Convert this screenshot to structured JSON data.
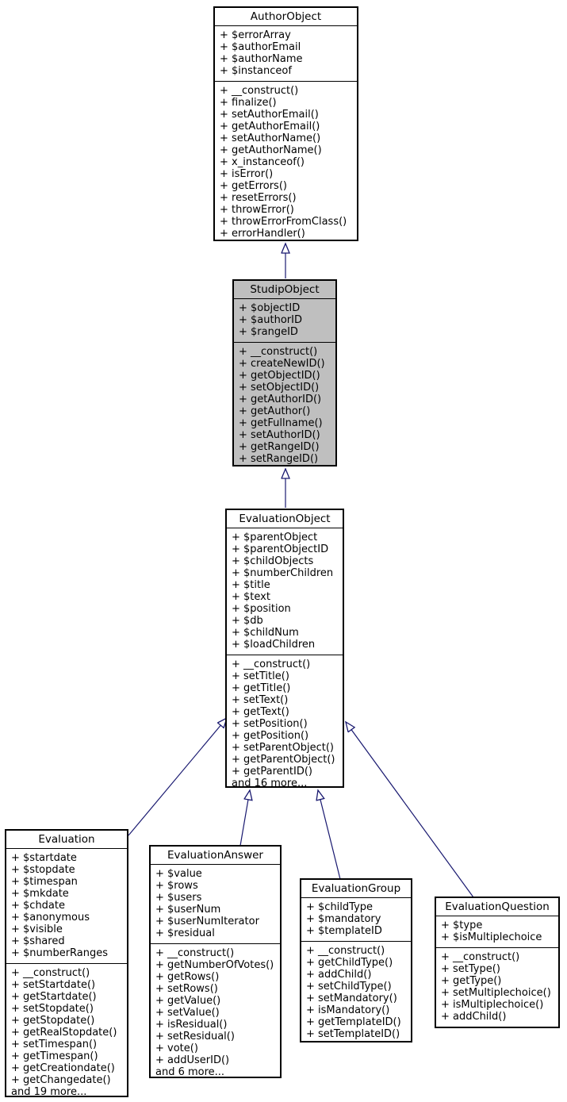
{
  "diagram_type": "class-inheritance-diagram",
  "colors": {
    "arrow": "#191970",
    "node_border": "#000000",
    "node_fill": "#ffffff",
    "highlight_fill": "#BFBFBF"
  },
  "classes": {
    "author_object": {
      "name": "AuthorObject",
      "fields": [
        "+ $errorArray",
        "+ $authorEmail",
        "+ $authorName",
        "+ $instanceof"
      ],
      "methods": [
        "+ __construct()",
        "+ finalize()",
        "+ setAuthorEmail()",
        "+ getAuthorEmail()",
        "+ setAuthorName()",
        "+ getAuthorName()",
        "+ x_instanceof()",
        "+ isError()",
        "+ getErrors()",
        "+ resetErrors()",
        "+ throwError()",
        "+ throwErrorFromClass()",
        "+ errorHandler()"
      ]
    },
    "studip_object": {
      "name": "StudipObject",
      "fields": [
        "+ $objectID",
        "+ $authorID",
        "+ $rangeID"
      ],
      "methods": [
        "+ __construct()",
        "+ createNewID()",
        "+ getObjectID()",
        "+ setObjectID()",
        "+ getAuthorID()",
        "+ getAuthor()",
        "+ getFullname()",
        "+ setAuthorID()",
        "+ getRangeID()",
        "+ setRangeID()"
      ]
    },
    "evaluation_object": {
      "name": "EvaluationObject",
      "fields": [
        "+ $parentObject",
        "+ $parentObjectID",
        "+ $childObjects",
        "+ $numberChildren",
        "+ $title",
        "+ $text",
        "+ $position",
        "+ $db",
        "+ $childNum",
        "+ $loadChildren"
      ],
      "methods": [
        "+ __construct()",
        "+ setTitle()",
        "+ getTitle()",
        "+ setText()",
        "+ getText()",
        "+ setPosition()",
        "+ getPosition()",
        "+ setParentObject()",
        "+ getParentObject()",
        "+ getParentID()",
        "and 16 more..."
      ]
    },
    "evaluation": {
      "name": "Evaluation",
      "fields": [
        "+ $startdate",
        "+ $stopdate",
        "+ $timespan",
        "+ $mkdate",
        "+ $chdate",
        "+ $anonymous",
        "+ $visible",
        "+ $shared",
        "+ $numberRanges"
      ],
      "methods": [
        "+ __construct()",
        "+ setStartdate()",
        "+ getStartdate()",
        "+ setStopdate()",
        "+ getStopdate()",
        "+ getRealStopdate()",
        "+ setTimespan()",
        "+ getTimespan()",
        "+ getCreationdate()",
        "+ getChangedate()",
        "and 19 more..."
      ]
    },
    "evaluation_answer": {
      "name": "EvaluationAnswer",
      "fields": [
        "+ $value",
        "+ $rows",
        "+ $users",
        "+ $userNum",
        "+ $userNumIterator",
        "+ $residual"
      ],
      "methods": [
        "+ __construct()",
        "+ getNumberOfVotes()",
        "+ getRows()",
        "+ setRows()",
        "+ getValue()",
        "+ setValue()",
        "+ isResidual()",
        "+ setResidual()",
        "+ vote()",
        "+ addUserID()",
        "and 6 more..."
      ]
    },
    "evaluation_group": {
      "name": "EvaluationGroup",
      "fields": [
        "+ $childType",
        "+ $mandatory",
        "+ $templateID"
      ],
      "methods": [
        "+ __construct()",
        "+ getChildType()",
        "+ addChild()",
        "+ setChildType()",
        "+ setMandatory()",
        "+ isMandatory()",
        "+ getTemplateID()",
        "+ setTemplateID()"
      ]
    },
    "evaluation_question": {
      "name": "EvaluationQuestion",
      "fields": [
        "+ $type",
        "+ $isMultiplechoice"
      ],
      "methods": [
        "+ __construct()",
        "+ setType()",
        "+ getType()",
        "+ setMultiplechoice()",
        "+ isMultiplechoice()",
        "+ addChild()"
      ]
    }
  },
  "relations": [
    {
      "derived": "StudipObject",
      "base": "AuthorObject",
      "kind": "inheritance"
    },
    {
      "derived": "EvaluationObject",
      "base": "StudipObject",
      "kind": "inheritance"
    },
    {
      "derived": "Evaluation",
      "base": "EvaluationObject",
      "kind": "inheritance"
    },
    {
      "derived": "EvaluationAnswer",
      "base": "EvaluationObject",
      "kind": "inheritance"
    },
    {
      "derived": "EvaluationGroup",
      "base": "EvaluationObject",
      "kind": "inheritance"
    },
    {
      "derived": "EvaluationQuestion",
      "base": "EvaluationObject",
      "kind": "inheritance"
    }
  ]
}
